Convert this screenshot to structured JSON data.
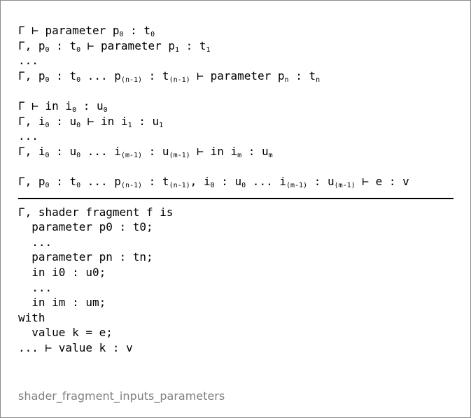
{
  "premises": [
    {
      "segments": [
        {
          "t": "Γ ⊢ parameter p"
        },
        {
          "s": "0"
        },
        {
          "t": " : t"
        },
        {
          "s": "0"
        }
      ]
    },
    {
      "segments": [
        {
          "t": "Γ, p"
        },
        {
          "s": "0"
        },
        {
          "t": " : t"
        },
        {
          "s": "0"
        },
        {
          "t": " ⊢ parameter p"
        },
        {
          "s": "1"
        },
        {
          "t": " : t"
        },
        {
          "s": "1"
        }
      ]
    },
    {
      "segments": [
        {
          "t": "..."
        }
      ]
    },
    {
      "segments": [
        {
          "t": "Γ, p"
        },
        {
          "s": "0"
        },
        {
          "t": " : t"
        },
        {
          "s": "0"
        },
        {
          "t": " ... p"
        },
        {
          "s": "(n-1)"
        },
        {
          "t": " : t"
        },
        {
          "s": "(n-1)"
        },
        {
          "t": " ⊢ parameter p"
        },
        {
          "s": "n"
        },
        {
          "t": " : t"
        },
        {
          "s": "n"
        }
      ]
    },
    {
      "gap": true
    },
    {
      "segments": [
        {
          "t": "Γ ⊢ in i"
        },
        {
          "s": "0"
        },
        {
          "t": " : u"
        },
        {
          "s": "0"
        }
      ]
    },
    {
      "segments": [
        {
          "t": "Γ, i"
        },
        {
          "s": "0"
        },
        {
          "t": " : u"
        },
        {
          "s": "0"
        },
        {
          "t": " ⊢ in i"
        },
        {
          "s": "1"
        },
        {
          "t": " : u"
        },
        {
          "s": "1"
        }
      ]
    },
    {
      "segments": [
        {
          "t": "..."
        }
      ]
    },
    {
      "segments": [
        {
          "t": "Γ, i"
        },
        {
          "s": "0"
        },
        {
          "t": " : u"
        },
        {
          "s": "0"
        },
        {
          "t": " ... i"
        },
        {
          "s": "(m-1)"
        },
        {
          "t": " : u"
        },
        {
          "s": "(m-1)"
        },
        {
          "t": " ⊢ in i"
        },
        {
          "s": "m"
        },
        {
          "t": " : u"
        },
        {
          "s": "m"
        }
      ]
    },
    {
      "gap": true
    },
    {
      "segments": [
        {
          "t": "Γ, p"
        },
        {
          "s": "0"
        },
        {
          "t": " : t"
        },
        {
          "s": "0"
        },
        {
          "t": " ... p"
        },
        {
          "s": "(n-1)"
        },
        {
          "t": " : t"
        },
        {
          "s": "(n-1)"
        },
        {
          "t": ", i"
        },
        {
          "s": "0"
        },
        {
          "t": " : u"
        },
        {
          "s": "0"
        },
        {
          "t": " ... i"
        },
        {
          "s": "(m-1)"
        },
        {
          "t": " : u"
        },
        {
          "s": "(m-1)"
        },
        {
          "t": " ⊢ e : v"
        }
      ]
    }
  ],
  "conclusion": [
    "Γ, shader fragment f is",
    "  parameter p0 : t0;",
    "  ...",
    "  parameter pn : tn;",
    "  in i0 : u0;",
    "  ...",
    "  in im : um;",
    "with",
    "  value k = e;",
    "... ⊢ value k : v"
  ],
  "caption": "shader_fragment_inputs_parameters"
}
